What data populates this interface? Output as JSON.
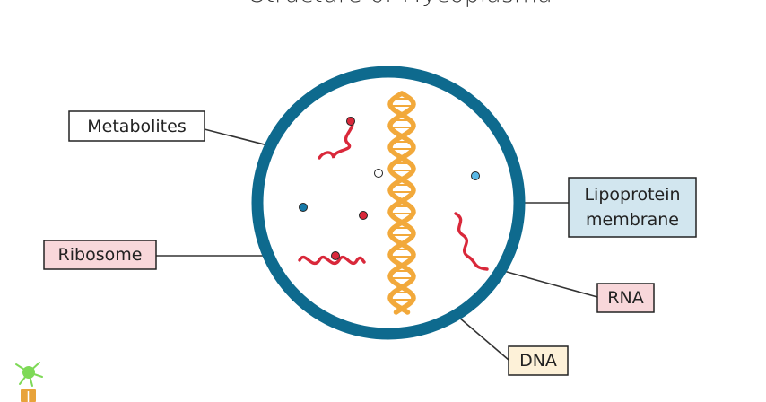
{
  "title": "Structure of Mycoplasma",
  "labels": {
    "metabolites": "Metabolites",
    "lipoprotein_line1": "Lipoprotein",
    "lipoprotein_line2": "membrane",
    "ribosome": "Ribosome",
    "rna": "RNA",
    "dna": "DNA"
  },
  "colors": {
    "membrane": "#0e6a8e",
    "dna": "#f2a93b",
    "rna": "#d9283a",
    "ribosome_dot": "#d9283a",
    "metabolite_blue": "#1679a8",
    "metabolite_light_blue": "#5ab8e6",
    "box_metabolites": "#ffffff",
    "box_lipoprotein": "#d2e6ef",
    "box_ribosome": "#f8d7da",
    "box_rna": "#f8d7da",
    "box_dna": "#fdf1d8",
    "leader_line": "#333333",
    "logo_green": "#7ed957",
    "logo_orange": "#e8a33a"
  },
  "icons": {
    "logo": "neuron-logo-icon"
  }
}
